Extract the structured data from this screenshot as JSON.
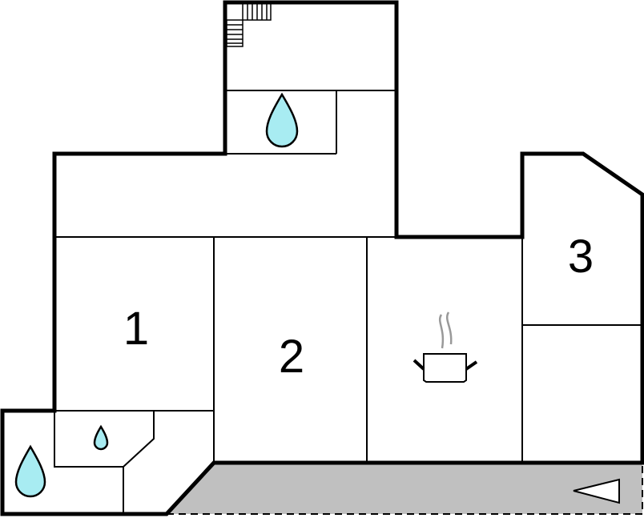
{
  "plan": {
    "rooms": [
      {
        "label": "1"
      },
      {
        "label": "2"
      },
      {
        "label": "3"
      }
    ],
    "icons": [
      "stairs-icon",
      "bathroom-drop-icon",
      "kitchen-pot-icon",
      "entrance-arrow-icon"
    ],
    "colors": {
      "wall": "#000000",
      "water": "#a8ecf2",
      "terrace": "#c0c0c0",
      "steam": "#999999"
    }
  }
}
